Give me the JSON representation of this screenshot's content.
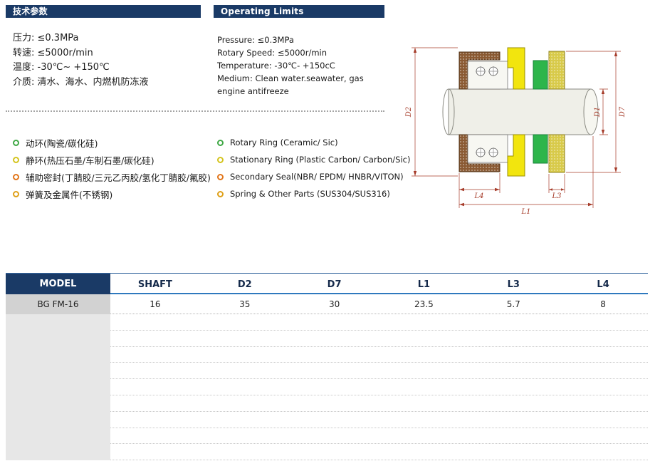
{
  "header_bars": {
    "left": "技术参数",
    "right": "Operating Limits"
  },
  "operating_limits": {
    "cn": [
      "压力: ≤0.3MPa",
      "转速: ≤5000r/min",
      "温度: -30℃~ +150℃",
      "介质: 清水、海水、内燃机防冻液"
    ],
    "en": [
      "Pressure: ≤0.3MPa",
      "Rotary Speed: ≤5000r/min",
      "Temperature: -30℃- +150cC",
      "Medium: Clean water.seawater, gas engine antifreeze"
    ]
  },
  "materials": [
    {
      "cn": "动环(陶瓷/碳化硅)",
      "en": "Rotary Ring (Ceramic/ Sic)",
      "bullet_color": "#3fa845"
    },
    {
      "cn": "静环(热压石墨/车制石墨/碳化硅)",
      "en": "Stationary Ring (Plastic Carbon/ Carbon/Sic)",
      "bullet_color": "#d4c41e"
    },
    {
      "cn": "辅助密封(丁腈胶/三元乙丙胶/氢化丁腈胶/氟胶)",
      "en": "Secondary Seal(NBR/ EPDM/ HNBR/VITON)",
      "bullet_color": "#e2761b"
    },
    {
      "cn": "弹簧及金属件(不锈钢)",
      "en": "Spring & Other Parts (SUS304/SUS316)",
      "bullet_color": "#dfa018"
    }
  ],
  "diagram": {
    "dim_labels": {
      "d2": "D2",
      "d1": "D1",
      "d7": "D7",
      "l4": "L4",
      "l3": "L3",
      "l1": "L1"
    },
    "colors": {
      "case_brown": "#8a5a33",
      "bellows_yellow": "#f2e50e",
      "ring_green": "#2db54b",
      "seat_olive": "#d8ca4a",
      "shaft_fill": "#efefe8",
      "dim_red": "#a63c2a"
    }
  },
  "table": {
    "columns": [
      "MODEL",
      "SHAFT",
      "D2",
      "D7",
      "L1",
      "L3",
      "L4"
    ],
    "rows": [
      [
        "BG FM-16",
        "16",
        "35",
        "30",
        "23.5",
        "5.7",
        "8"
      ]
    ],
    "empty_row_count": 9
  },
  "colors": {
    "navy": "#1a3a66",
    "table_rule_blue": "#2e79be"
  }
}
